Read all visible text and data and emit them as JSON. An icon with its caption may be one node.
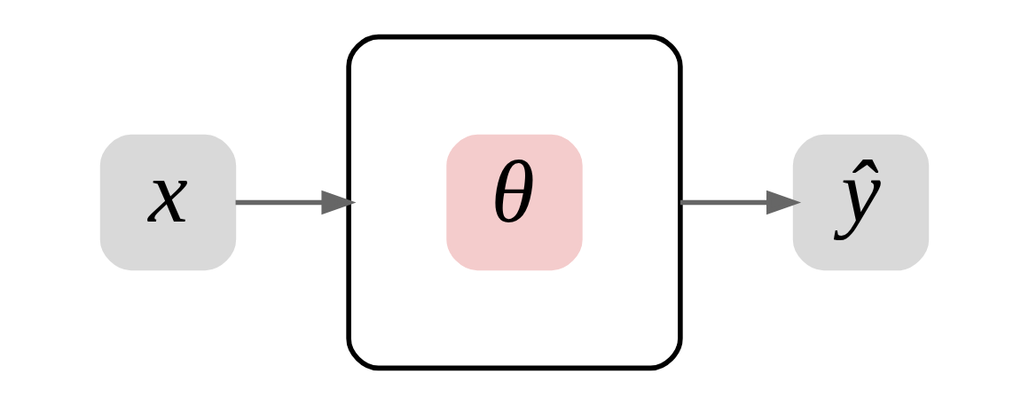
{
  "diagram": {
    "nodes": [
      {
        "text": [
          "x"
        ]
      },
      {
        "text": [],
        "shape": "box"
      },
      {
        "text": [
          "θ"
        ],
        "in": 1
      },
      {
        "text": [
          "ŷ"
        ]
      }
    ],
    "edges": [
      {
        "from": 0,
        "to": 1,
        "arrow": "to"
      },
      {
        "from": 1,
        "to": 3,
        "arrow": "to"
      }
    ]
  }
}
